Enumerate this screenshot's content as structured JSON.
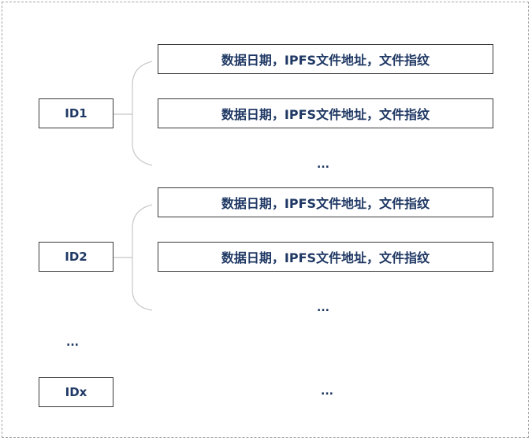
{
  "groups": [
    {
      "id_label": "ID1",
      "records": [
        "数据日期，IPFS文件地址，文件指纹",
        "数据日期，IPFS文件地址，文件指纹"
      ],
      "more": "..."
    },
    {
      "id_label": "ID2",
      "records": [
        "数据日期，IPFS文件地址，文件指纹",
        "数据日期，IPFS文件地址，文件指纹"
      ],
      "more": "..."
    }
  ],
  "more_ids": "...",
  "last_group": {
    "id_label": "IDx",
    "more": "..."
  }
}
